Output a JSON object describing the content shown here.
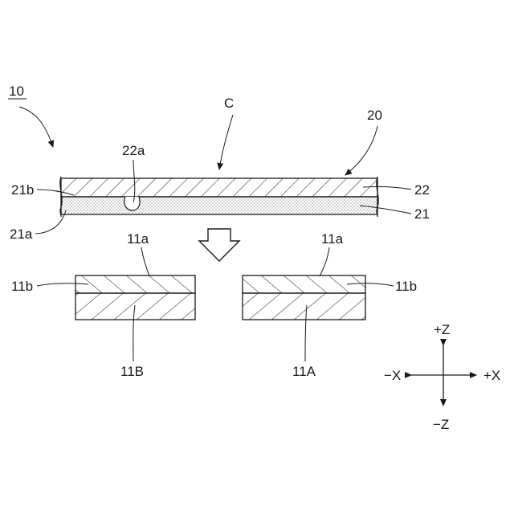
{
  "figure": {
    "labels": {
      "device": "10",
      "direction": "C",
      "sheet": "20",
      "layer_22a": "22a",
      "layer_21b": "21b",
      "layer_21a": "21a",
      "layer_22": "22",
      "layer_21": "21",
      "left_11a": "11a",
      "left_11b": "11b",
      "left_block": "11B",
      "right_11a": "11a",
      "right_11b": "11b",
      "right_block": "11A"
    },
    "axes": {
      "plus_z": "+Z",
      "minus_z": "−Z",
      "plus_x": "+X",
      "minus_x": "−X"
    }
  }
}
